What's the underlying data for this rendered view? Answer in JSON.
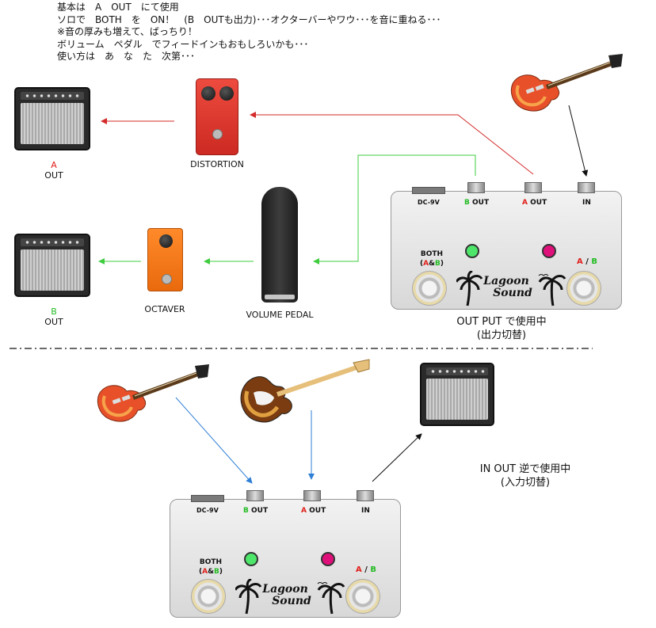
{
  "intro": {
    "line1": "基本は　A　OUT　にて使用",
    "line2": "ソロで　BOTH　を　ON！　(B　OUTも出力)･･･オクターバーやワウ･･･を音に重ねる･･･",
    "line3": "※音の厚みも増えて、ばっちり！",
    "line4": "ボリューム　ペダル　でフィードインもおもしろいかも･･･",
    "line5": " 使い方は　あ　な　た　次第･･･"
  },
  "top": {
    "amp_a_letter": "A",
    "amp_a_out": "OUT",
    "amp_b_letter": "B",
    "amp_b_out": "OUT",
    "distortion": "DISTORTION",
    "octaver": "OCTAVER",
    "volume_pedal": "VOLUME PEDAL",
    "caption1": "OUT PUT で使用中",
    "caption2": "(出力切替)"
  },
  "bottom": {
    "caption1": "IN OUT 逆で使用中",
    "caption2": "(入力切替)"
  },
  "switcher": {
    "dc": "DC-9V",
    "b_letter": "B",
    "a_letter": "A",
    "out": "OUT",
    "in": "IN",
    "both": "BOTH",
    "ab_a": "A",
    "ab_amp": "&",
    "ab_b": "B",
    "sel_a": "A",
    "sel_slash": "/",
    "sel_b": "B",
    "logo1": "Lagoon",
    "logo2": "Sound"
  },
  "colors": {
    "a_red": "#e0201b",
    "b_green": "#22bb22",
    "line_red": "#d42a2a",
    "line_green": "#3fcc3f",
    "line_blue": "#2f7fd6",
    "line_black": "#111111",
    "led_green": "#4ee66a",
    "led_magenta": "#e0107a"
  }
}
